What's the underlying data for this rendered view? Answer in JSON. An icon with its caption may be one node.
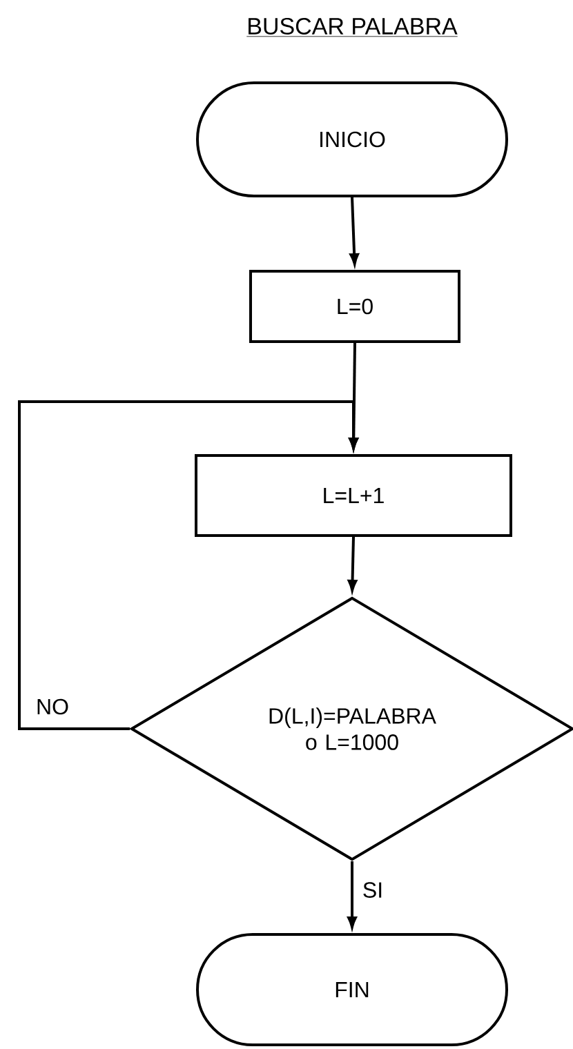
{
  "diagram": {
    "title": "BUSCAR PALABRA",
    "nodes": [
      {
        "text": [
          "INICIO"
        ]
      },
      {
        "text": [
          "L=0"
        ]
      },
      {
        "text": [
          "L=L+1"
        ]
      },
      {
        "text": [
          "D(L,I)=PALABRA o L=1000"
        ]
      },
      {
        "text": [
          "FIN"
        ]
      }
    ],
    "edges": [
      {
        "from": 0,
        "to": 1,
        "arrow": "to"
      },
      {
        "from": 1,
        "to": 2,
        "arrow": "to"
      },
      {
        "from": 3,
        "to": 2,
        "arrow": "to",
        "label": "NO"
      },
      {
        "from": 2,
        "to": 3,
        "arrow": "to"
      },
      {
        "from": 3,
        "to": 4,
        "arrow": "to",
        "label": "SI"
      }
    ]
  }
}
